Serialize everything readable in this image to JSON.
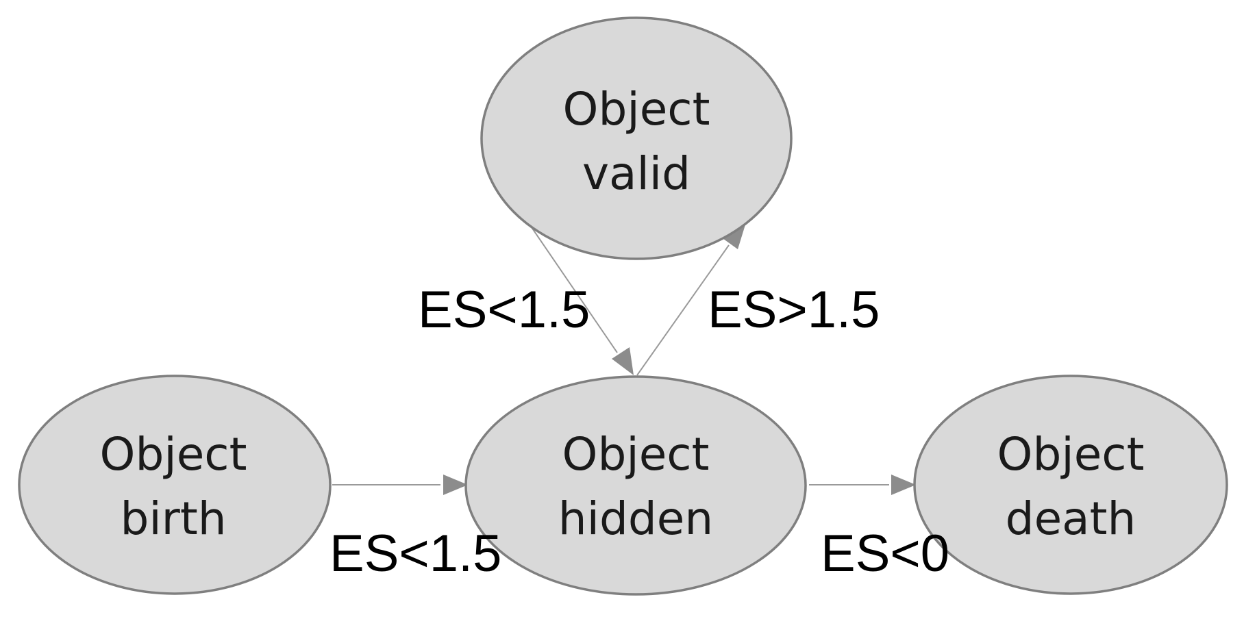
{
  "colors": {
    "node_fill": "#d9d9d9",
    "node_stroke": "#7f7f7f",
    "edge": "#9a9a9a",
    "text": "#000000"
  },
  "nodes": {
    "valid": {
      "line1": "Object",
      "line2": "valid"
    },
    "birth": {
      "line1": "Object",
      "line2": "birth"
    },
    "hidden": {
      "line1": "Object",
      "line2": "hidden"
    },
    "death": {
      "line1": "Object",
      "line2": "death"
    }
  },
  "edges": {
    "birth_to_hidden": {
      "label": "ES<1.5"
    },
    "valid_to_hidden": {
      "label": "ES<1.5"
    },
    "hidden_to_valid": {
      "label": "ES>1.5"
    },
    "hidden_to_death": {
      "label": "ES<0"
    }
  }
}
